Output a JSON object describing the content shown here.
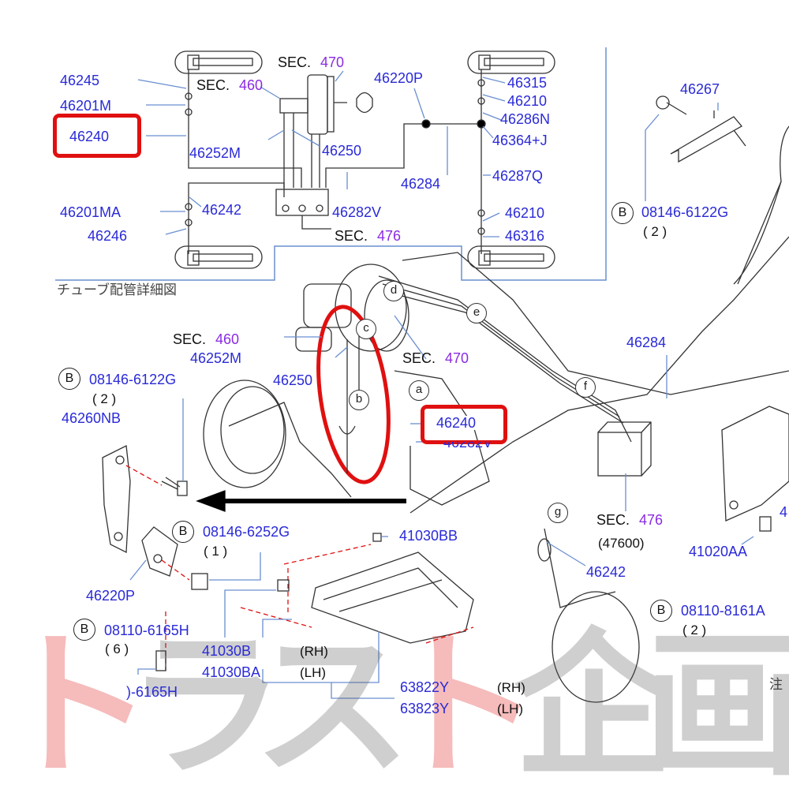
{
  "detail_inset": {
    "title_jp": "チューブ配管詳細図",
    "labels": {
      "l46245": "46245",
      "l46201M": "46201M",
      "l46240": "46240",
      "l46252M": "46252M",
      "l46250": "46250",
      "l46201MA": "46201MA",
      "l46242": "46242",
      "l46246": "46246",
      "l46282V": "46282V",
      "l46220P": "46220P",
      "l46284": "46284",
      "l46315": "46315",
      "l46210a": "46210",
      "l46286N": "46286N",
      "l46364J": "46364+J",
      "l46287Q": "46287Q",
      "l46210b": "46210",
      "l46316": "46316"
    },
    "sections": {
      "sec_prefix": "SEC.",
      "s470": "470",
      "s460": "460",
      "s476": "476"
    }
  },
  "main": {
    "labels": {
      "l46267": "46267",
      "b_08146_6122G_r": "08146-6122G",
      "q2_r": "( 2 )",
      "sec460": "460",
      "l46252M": "46252M",
      "l46250": "46250",
      "sec470": "470",
      "l46240": "46240",
      "l46282V": "46282V",
      "l46284": "46284",
      "b_08146_6122G_l": "08146-6122G",
      "q2_l": "( 2 )",
      "l46260NB": "46260NB",
      "b_08146_6252G": "08146-6252G",
      "q1": "( 1 )",
      "l41030BB": "41030BB",
      "l46220P": "46220P",
      "b_08110_6165H": "08110-6165H",
      "q6": "( 6 )",
      "l41030B": "41030B",
      "rh1": "(RH)",
      "l41030BA": "41030BA",
      "lh1": "(LH)",
      "l0_6165H": ")-6165H",
      "l63822Y": "63822Y",
      "rh2": "(RH)",
      "l63823Y": "63823Y",
      "lh2": "(LH)",
      "sec476": "476",
      "l47600": "(47600)",
      "l41020AA": "41020AA",
      "l46242": "46242",
      "b_08110_8161A": "08110-8161A",
      "q2_b": "( 2 )",
      "note_jp": "注",
      "cut4": "4"
    },
    "b_mark": "B",
    "callouts": [
      "a",
      "b",
      "c",
      "d",
      "e",
      "f",
      "g"
    ]
  },
  "highlight_color": "#e01010",
  "part_number_color": "#2a2ad8",
  "section_number_color": "#8a2be2",
  "watermark": [
    "ト",
    "ラ",
    "ス",
    "ト",
    "企",
    "画"
  ]
}
